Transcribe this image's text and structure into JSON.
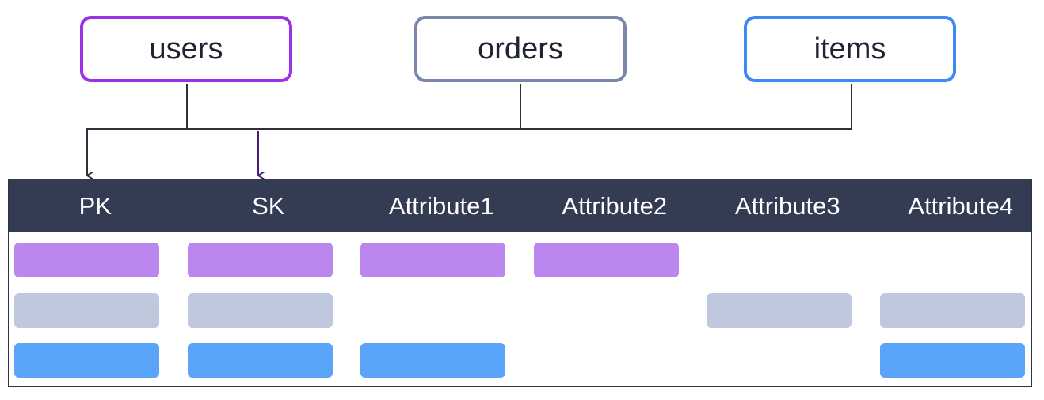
{
  "entities": [
    {
      "label": "users",
      "color": "#9b30e6"
    },
    {
      "label": "orders",
      "color": "#7a86aa"
    },
    {
      "label": "items",
      "color": "#3c8af4"
    }
  ],
  "table": {
    "columns": [
      "PK",
      "SK",
      "Attribute1",
      "Attribute2",
      "Attribute3",
      "Attribute4"
    ],
    "rows": [
      {
        "entity": "users",
        "color": "#bb86ee",
        "filled": [
          true,
          true,
          true,
          true,
          false,
          false
        ]
      },
      {
        "entity": "orders",
        "color": "#c0c8dd",
        "filled": [
          true,
          true,
          false,
          false,
          true,
          true
        ]
      },
      {
        "entity": "items",
        "color": "#5aa5fa",
        "filled": [
          true,
          true,
          true,
          false,
          false,
          true
        ]
      }
    ]
  },
  "arrows": [
    {
      "target": "PK",
      "color": "#2b2f3a"
    },
    {
      "target": "SK",
      "color": "#4b1a7a"
    }
  ]
}
